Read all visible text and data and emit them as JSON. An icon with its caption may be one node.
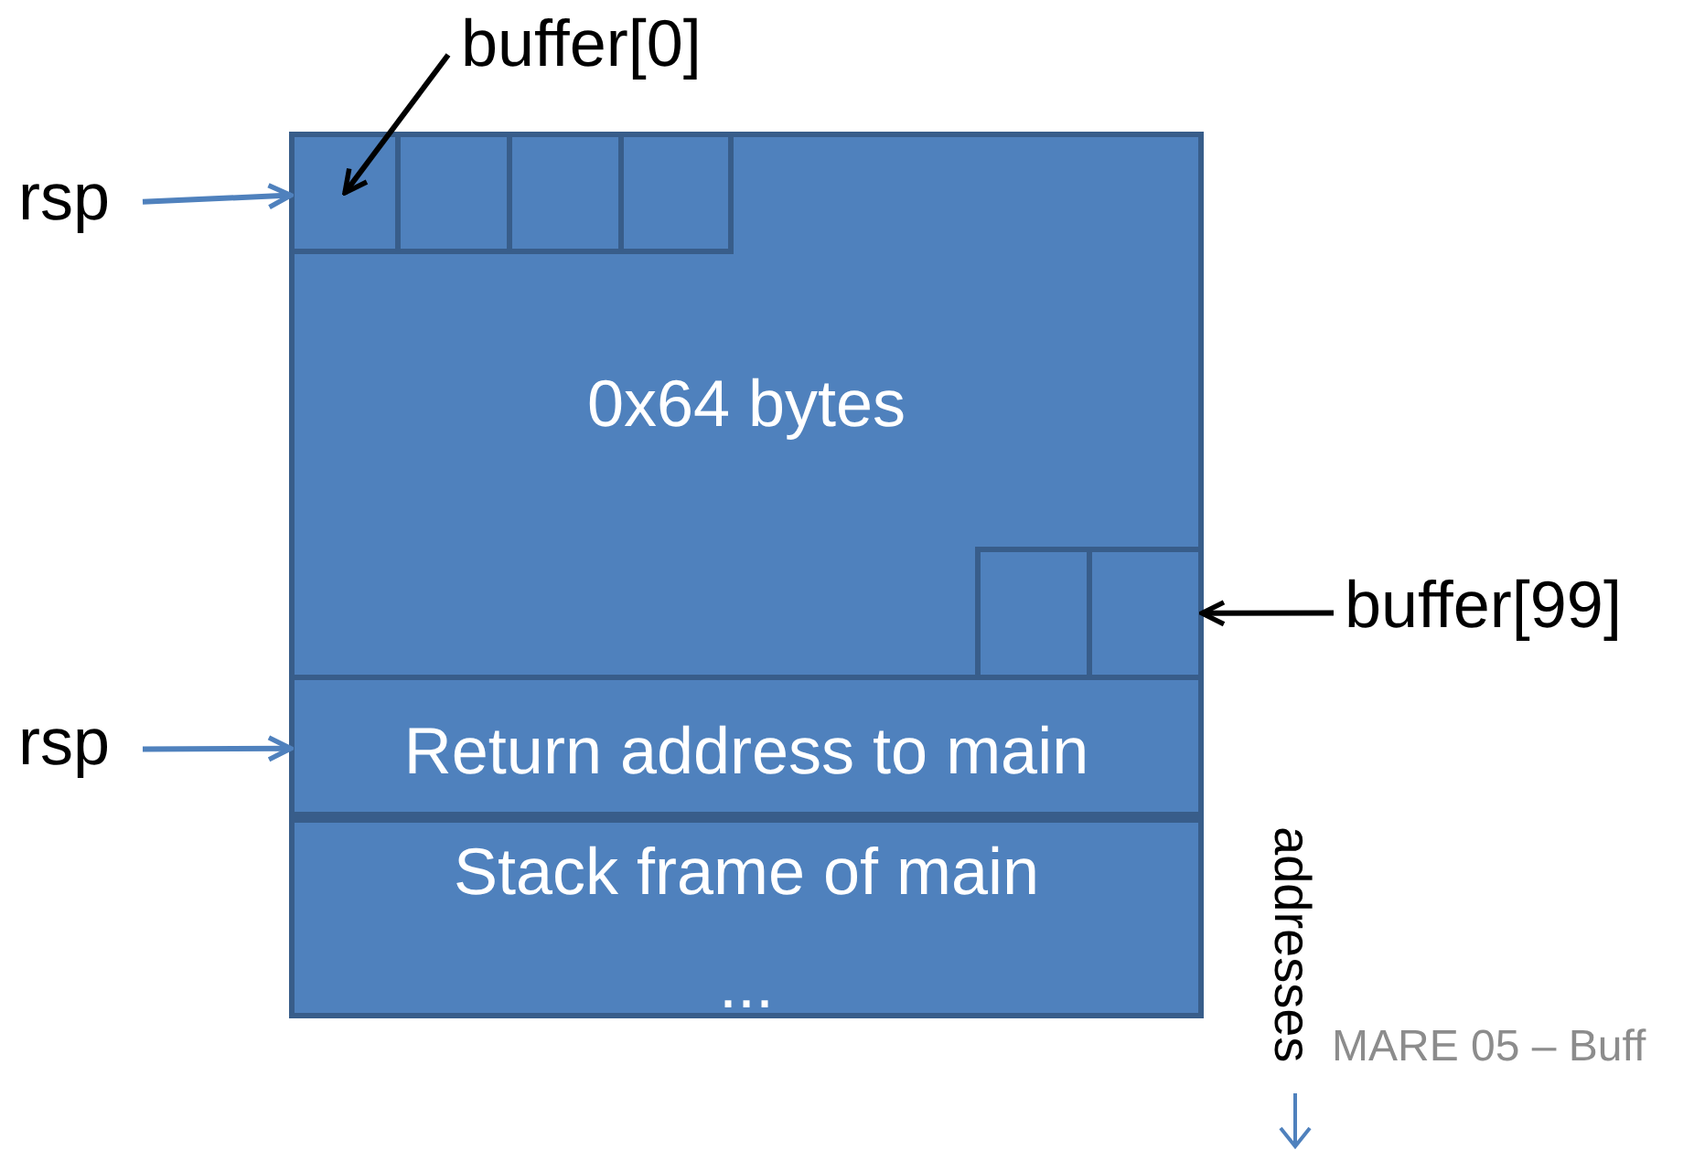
{
  "diagram": {
    "nodes": [
      {
        "text": [
          "buffer[0]"
        ]
      },
      {
        "text": [
          "rsp"
        ]
      },
      {
        "text": [
          "0x64 bytes"
        ]
      },
      {
        "text": [],
        "shape": "box",
        "in": 2
      },
      {
        "text": [],
        "shape": "box",
        "in": 2
      },
      {
        "text": [],
        "shape": "box",
        "in": 2
      },
      {
        "text": [],
        "shape": "box",
        "in": 2
      },
      {
        "text": [],
        "shape": "box",
        "in": 2
      },
      {
        "text": [],
        "shape": "box",
        "in": 2
      },
      {
        "text": [
          "buffer[99]"
        ]
      },
      {
        "text": [
          "rsp"
        ]
      },
      {
        "text": [
          "Return address to main"
        ]
      },
      {
        "text": [
          "Stack frame of main",
          "..."
        ]
      }
    ],
    "edges": [
      {
        "from": 1,
        "to": 3,
        "arrow": "to",
        "color": "#4f81bd"
      },
      {
        "from": 0,
        "to": 3,
        "arrow": "to",
        "color": "#000000"
      },
      {
        "from": 9,
        "to": 8,
        "arrow": "to",
        "color": "#000000"
      },
      {
        "from": 10,
        "to": 11,
        "arrow": "to",
        "color": "#4f81bd"
      }
    ],
    "labels": [
      "addresses",
      "MARE 05 – Buff"
    ]
  }
}
